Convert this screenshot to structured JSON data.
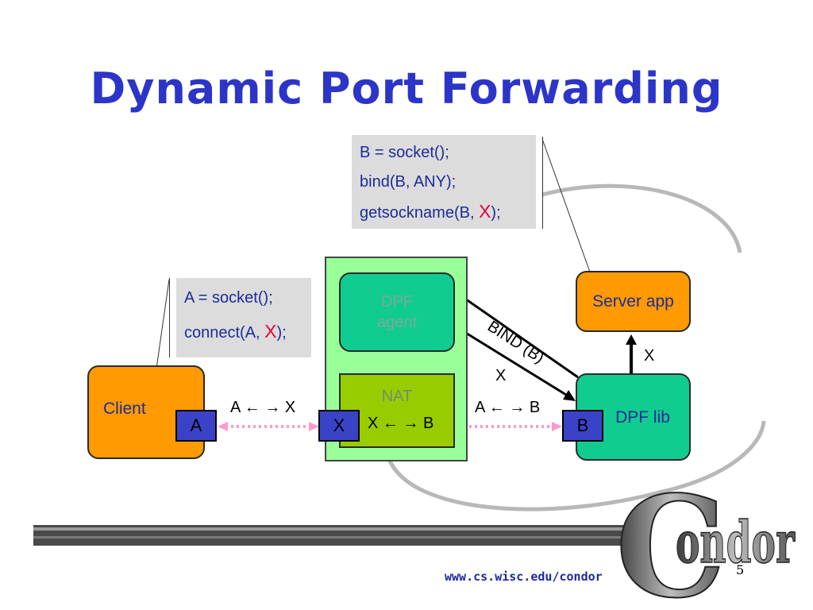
{
  "slide": {
    "title": "Dynamic Port Forwarding",
    "page_number": "5",
    "footer_url": "www.cs.wisc.edu/condor",
    "logo_text": "Condor"
  },
  "server_code": {
    "line1": "B = socket();",
    "line2": "bind(B, ANY);",
    "line3_pre": "getsockname(B, ",
    "line3_var": "X",
    "line3_post": ");"
  },
  "client_code": {
    "line1": "A = socket();",
    "line2_pre": "connect(A, ",
    "line2_var": "X",
    "line2_post": ");"
  },
  "nodes": {
    "client": "Client",
    "dpf_agent": "DPF\nagent",
    "nat_title": "NAT",
    "nat_mapping": "X ← → B",
    "server_app": "Server\napp",
    "dpf_lib": "DPF\nlib"
  },
  "ports": {
    "a": "A",
    "x": "X",
    "b": "B"
  },
  "labels": {
    "a_to_x": "A ← → X",
    "a_to_b": "A ← → B",
    "bind": "BIND (B)",
    "x_lower": "X",
    "x_right": "X"
  },
  "colors": {
    "title": "#2c35c8",
    "code_text": "#1d2b9a",
    "highlight": "#e8003a",
    "orange_box": "#ff9a00",
    "teal_box": "#10cc90",
    "nat_box": "#99cc00",
    "dpf_container": "#99ff99",
    "port_box": "#3a43c8",
    "dotted_link": "#ff99cc"
  }
}
